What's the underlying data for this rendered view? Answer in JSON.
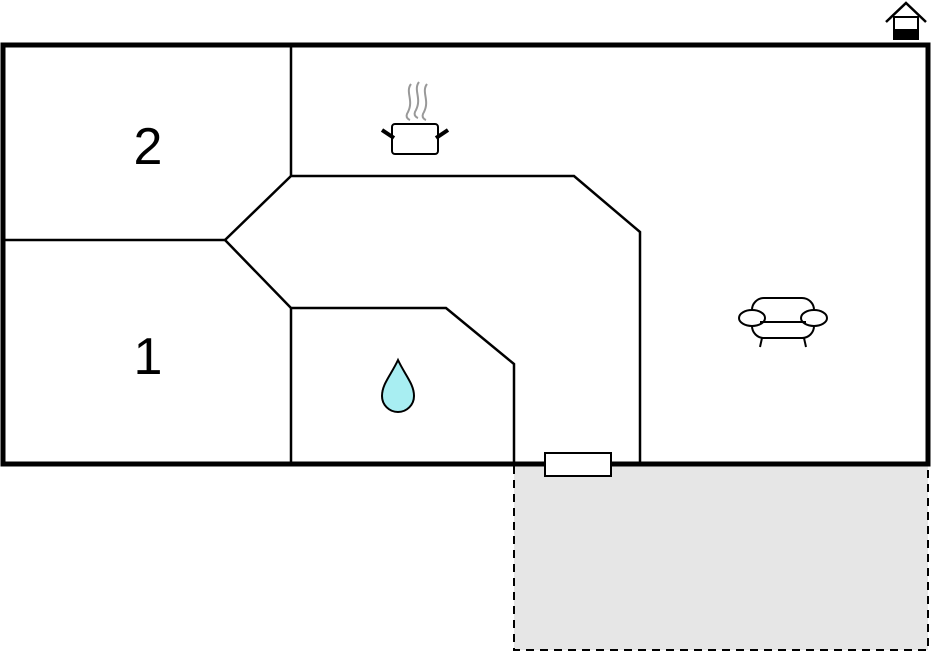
{
  "rooms": {
    "bedroom_upper": {
      "number": "2"
    },
    "bedroom_lower": {
      "number": "1"
    },
    "kitchen": {
      "icon": "cooking-pot-icon"
    },
    "bathroom": {
      "icon": "water-drop-icon"
    },
    "living_room": {
      "icon": "sofa-icon"
    }
  },
  "exterior": {
    "house_icon": "house-icon",
    "entrance_icon": "door-icon",
    "terrace": "terrace-area"
  },
  "colors": {
    "wall": "#000000",
    "water_drop": "#a8eef2",
    "terrace_fill": "#e6e6e6",
    "steam": "#999999"
  }
}
